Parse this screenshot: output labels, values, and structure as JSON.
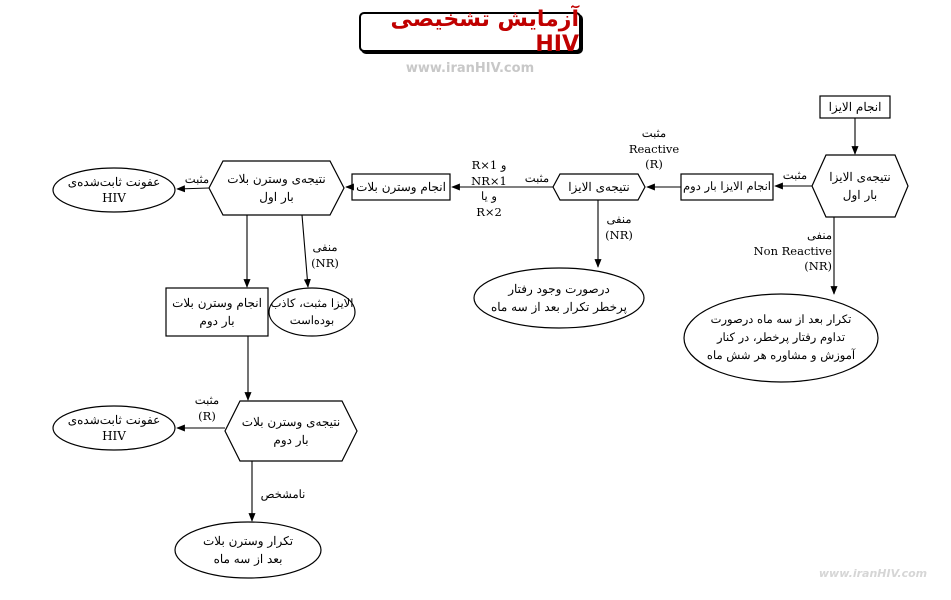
{
  "header": {
    "title": "آزمایش تشخیصی HIV",
    "website": "www.iranHIV.com",
    "watermark": "www.iranHIV.com"
  },
  "nodes": {
    "start_elisa": "انجام الایزا",
    "elisa_result_first": "نتیجه‌ی الایزا\nبار اول",
    "do_elisa_second": "انجام الایزا بار دوم",
    "elisa_result": "نتیجه‌ی الایزا",
    "do_western_blot": "انجام وسترن بلات",
    "wb_result_first": "نتیجه‌ی وسترن بلات\nبار اول",
    "confirmed_first": "عفونت ثابت‌شده‌ی\nHIV",
    "elisa_false_positive": "الایزا مثبت، کاذب\nبوده‌است",
    "do_wb_second": "انجام وسترن بلات\nبار دوم",
    "wb_result_second": "نتیجه‌ی وسترن بلات\nبار دوم",
    "confirmed_second": "عفونت ثابت‌شده‌ی\nHIV",
    "repeat_wb": "تکرار وسترن بلات\nبعد از سه ماه",
    "repeat_after_risk": "درصورت وجود رفتار\nپرخطر تکرار بعد از سه ماه",
    "repeat_counsel": "تکرار بعد از سه ماه درصورت\nتداوم رفتار پرخطر، در کنار\nآموزش و مشاوره هر شش ماه"
  },
  "labels": {
    "pos_first": "مثبت",
    "pos_reactive": "مثبت\nReactive\n(R)",
    "neg_nonreactive": "منفی\nNon Reactive\n(NR)",
    "pos_elisa": "مثبت",
    "neg_elisa": "منفی\n(NR)",
    "r_combo": "R×1 و NR×1\nو یا\nR×2",
    "pos_wb1": "مثبت",
    "neg_wb1": "منفی\n(NR)",
    "pos_wb2": "مثبت\n(R)",
    "indeterminate": "نامشخص"
  },
  "colors": {
    "title_text": "#c00000",
    "website_text": "#c8c8c8",
    "stroke": "#000000"
  }
}
